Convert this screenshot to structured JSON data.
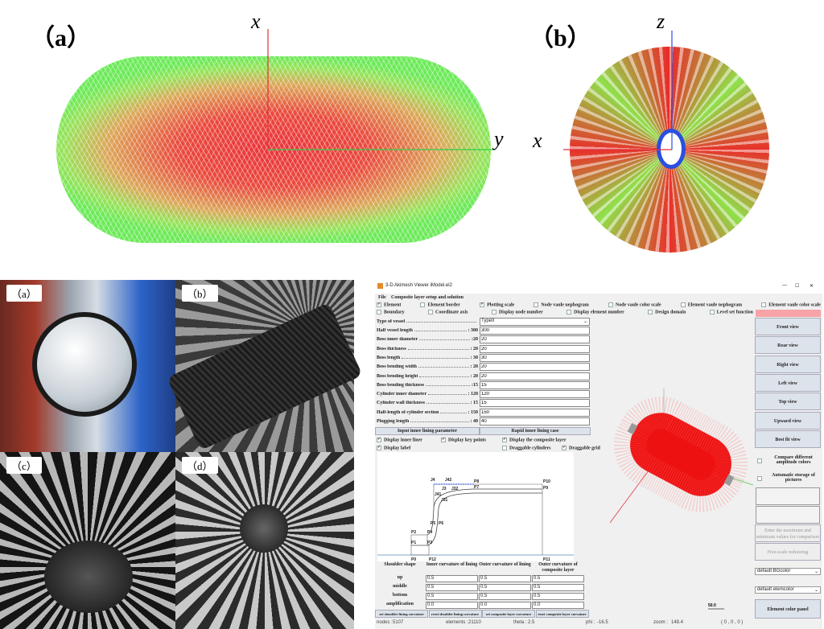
{
  "top_left": {
    "label": "（a）",
    "axis_x": "x",
    "axis_y": "y"
  },
  "top_right": {
    "label": "（b）",
    "axis_z": "z",
    "axis_x": "x"
  },
  "photos": [
    {
      "label": "（a）"
    },
    {
      "label": "（b）"
    },
    {
      "label": "（c）"
    },
    {
      "label": "（d）"
    }
  ],
  "app": {
    "title": "3-D Akimesh Viewer iModel.el2",
    "window_controls": [
      "—",
      "☐",
      "✕"
    ],
    "menu": [
      "File",
      "Composite layer setup and solution"
    ],
    "checkboxes_row1": [
      {
        "label": "Element",
        "checked": true
      },
      {
        "label": "Element border",
        "checked": false
      },
      {
        "label": "Plotting scale",
        "checked": true
      },
      {
        "label": "Node vaule nephogram",
        "checked": false
      },
      {
        "label": "Node vaule color scale",
        "checked": false
      },
      {
        "label": "Element vaule nephogram",
        "checked": false
      },
      {
        "label": "Element vaule color scale",
        "checked": false
      }
    ],
    "checkboxes_row2": [
      {
        "label": "Boundary",
        "checked": false
      },
      {
        "label": "Coordinate axis",
        "checked": false
      },
      {
        "label": "Display node number",
        "checked": false
      },
      {
        "label": "Display element number",
        "checked": false
      },
      {
        "label": "Design domain",
        "checked": false
      },
      {
        "label": "Level set function",
        "checked": false
      }
    ],
    "vessel_type": {
      "label": "Type of vessel",
      "value": "TypeII"
    },
    "params": [
      {
        "label": "Half vessel length",
        "hint": ": 300",
        "value": "300"
      },
      {
        "label": "Boss inner diameter",
        "hint": ":20",
        "value": "20"
      },
      {
        "label": "Boss thickness",
        "hint": ": 20",
        "value": "20"
      },
      {
        "label": "Boss length",
        "hint": ": 30",
        "value": "30"
      },
      {
        "label": "Boss bending width",
        "hint": ": 20",
        "value": "20"
      },
      {
        "label": "Boss bending height",
        "hint": ": 20",
        "value": "20"
      },
      {
        "label": "Boss bending thickness",
        "hint": ":15",
        "value": "15"
      },
      {
        "label": "Cylinder inner diameter",
        "hint": ": 120",
        "value": "120"
      },
      {
        "label": "Cylinder wall thickness",
        "hint": ": 15",
        "value": "15"
      },
      {
        "label": "Half-length of cylinder section",
        "hint": ": 150",
        "value": "150"
      },
      {
        "label": "Plugging length",
        "hint": ": 40",
        "value": "40"
      }
    ],
    "input_inner_lining_button": "Input inner lining parameter",
    "rapid_inner_lining_button": "Rapid inner lining case",
    "display_options": [
      {
        "label": "Display inner liner",
        "checked": true
      },
      {
        "label": "Display key points",
        "checked": true
      },
      {
        "label": "Display the composite layer",
        "checked": true
      },
      {
        "label": "Display  label",
        "checked": true
      },
      {
        "label": "Draggable cylinders",
        "checked": false
      },
      {
        "label": "Draggable grid",
        "checked": true
      }
    ],
    "sketch_points": [
      "P0",
      "P1",
      "P2",
      "P3",
      "P4",
      "P5",
      "P6",
      "P7",
      "P8",
      "P9",
      "P10",
      "P11",
      "P12",
      "J4",
      "J42",
      "J3",
      "J32",
      "J41",
      "J31"
    ],
    "shoulder": {
      "headers": [
        "Shoulder shape",
        "Inner curvature of lining",
        "Outer curvature of lining",
        "Outer curvature of composite layer"
      ],
      "rows": [
        {
          "label": "up",
          "values": [
            "0.5",
            "0.5",
            "0.5"
          ]
        },
        {
          "label": "middle",
          "values": [
            "0.5",
            "0.5",
            "0.5"
          ]
        },
        {
          "label": "bottom",
          "values": [
            "0.5",
            "0.5",
            "0.5"
          ]
        },
        {
          "label": "amplification",
          "values": [
            "0.0",
            "0.0",
            "0.0"
          ]
        }
      ],
      "buttons": [
        "set shoulder lining curvature",
        "reset shoulder lining curvature",
        "set composite layer curvature",
        "reset composite layer curvature"
      ]
    },
    "view_buttons": [
      "Front view",
      "Rear view",
      "Right view",
      "Left view",
      "Top view",
      "Upward  view",
      "Best fit view"
    ],
    "compare_colors": "Compare different amplitude colors",
    "auto_storage": "Automatic storage of pictures",
    "compare_hint": "Enter the maximum and minimum values for comparison",
    "free_scale": "Free-scale redrawing",
    "bg_color_select": "default BGcolor",
    "elem_color_select": "default elemcolor",
    "element_color_panel": "Element color panel",
    "scale_bar": "50.0",
    "status": {
      "nodes_label": "nodes :",
      "nodes": "5107",
      "elements_label": "elements :",
      "elements": "21110",
      "theta_label": "theta :",
      "theta": "2.5",
      "phi_label": "phi :",
      "phi": "-16.5",
      "zoom_label": "zoom :",
      "zoom": "148.4",
      "coords": "( 0 , 0 , 0 )"
    }
  }
}
